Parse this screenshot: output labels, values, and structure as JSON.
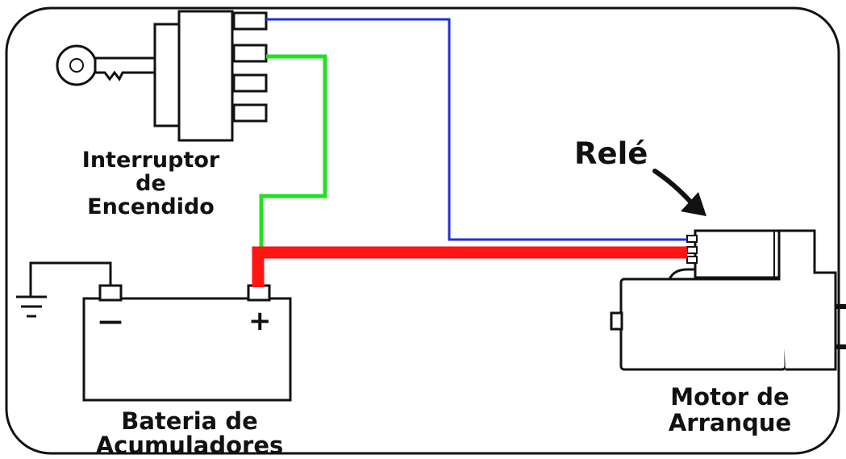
{
  "diagram": {
    "labels": {
      "switch_line1": "Interruptor",
      "switch_line2": "de",
      "switch_line3": "Encendido",
      "relay": "Relé",
      "battery_line1": "Bateria de",
      "battery_line2": "Acumuladores",
      "motor_line1": "Motor de",
      "motor_line2": "Arranque"
    },
    "terminals": {
      "negative": "—",
      "positive": "+"
    },
    "wire_colors": {
      "blue": "#1f2fd6",
      "green": "#22e022",
      "red": "#ff1414"
    },
    "icons": [
      "ignition-key-icon",
      "ground-symbol-icon",
      "arrow-icon"
    ]
  }
}
